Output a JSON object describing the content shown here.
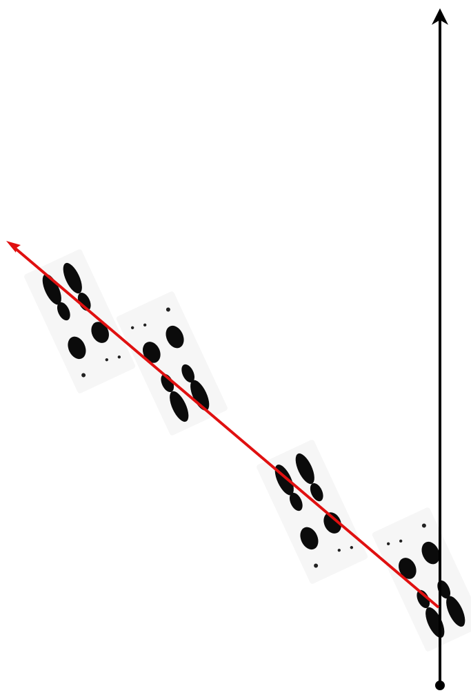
{
  "colors": {
    "background": "#ffffff",
    "reference_axis": "#000000",
    "walking_direction": "#e01010",
    "footprint": "#0b0b0b"
  },
  "footprint_groups": [
    {
      "icon": "footprint-pair-icon",
      "position": "start"
    },
    {
      "icon": "footprint-pair-icon",
      "position": "second"
    },
    {
      "icon": "footprint-pair-icon",
      "position": "third"
    },
    {
      "icon": "footprint-pair-icon",
      "position": "end"
    }
  ]
}
